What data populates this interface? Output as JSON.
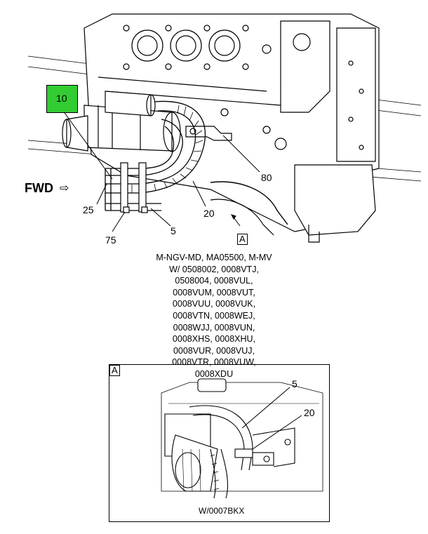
{
  "main_view": {
    "callouts": {
      "c10": "10",
      "c80": "80",
      "c25": "25",
      "c20": "20",
      "c5": "5",
      "c75": "75"
    },
    "fwd_label": "FWD",
    "fwd_arrow": "⇨",
    "view_ref": "A",
    "tag_color": "#33cc33"
  },
  "applicability": [
    "M-NGV-MD, MA05500, M-MV",
    "W/ 0508002, 0008VTJ,",
    "0508004, 0008VUL,",
    "0008VUM, 0008VUT,",
    "0008VUU, 0008VUK,",
    "0008VTN, 0008WEJ,",
    "0008WJJ, 0008VUN,",
    "0008XHS, 0008XHU,",
    "0008VUR, 0008VUJ,",
    "0008VTR, 0008VUW,",
    "0008XDU"
  ],
  "detail_view": {
    "view_label": "A",
    "callouts": {
      "c5": "5",
      "c20": "20"
    },
    "caption": "W/0007BKX"
  }
}
